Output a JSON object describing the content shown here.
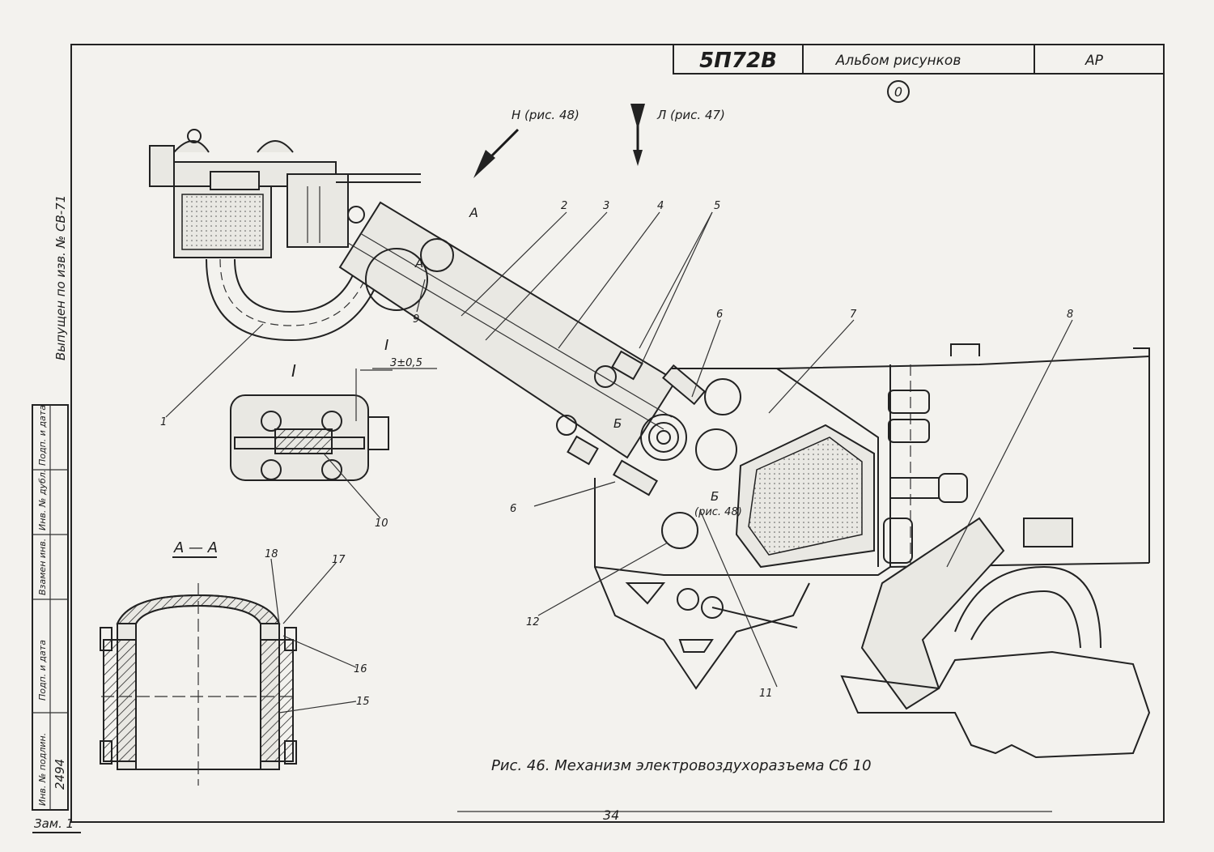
{
  "title_block": {
    "code": "5П72В",
    "album": "Альбом рисунков",
    "sheet_code": "АР",
    "circle_mark": "0"
  },
  "side_stamp": {
    "issued": "Выпущен по изв. № СВ-71",
    "columns": [
      "Инв. № подлин.",
      "Подп. и дата",
      "Взамен инв.",
      "Инв. № дубл.",
      "Подп. и дата"
    ],
    "inventory_number": "2494"
  },
  "view_arrows": {
    "n": "Н (рис. 48)",
    "l": "Л (рис. 47)"
  },
  "section_labels": {
    "a_top": "А",
    "a_mid": "А",
    "b_top": "Б",
    "b_bottom": "Б",
    "b_ref": "(рис. 48)",
    "detail_i": "I",
    "detail_i_title": "I",
    "dimension": "3±0,5",
    "aa_title": "А — А"
  },
  "callouts": [
    "1",
    "2",
    "3",
    "4",
    "5",
    "6",
    "6",
    "7",
    "8",
    "9",
    "10",
    "11",
    "12",
    "15",
    "16",
    "17",
    "18"
  ],
  "caption": "Рис. 46. Механизм электровоздухоразъема Сб 10",
  "page_number": "34",
  "revision": "Зам. 1"
}
